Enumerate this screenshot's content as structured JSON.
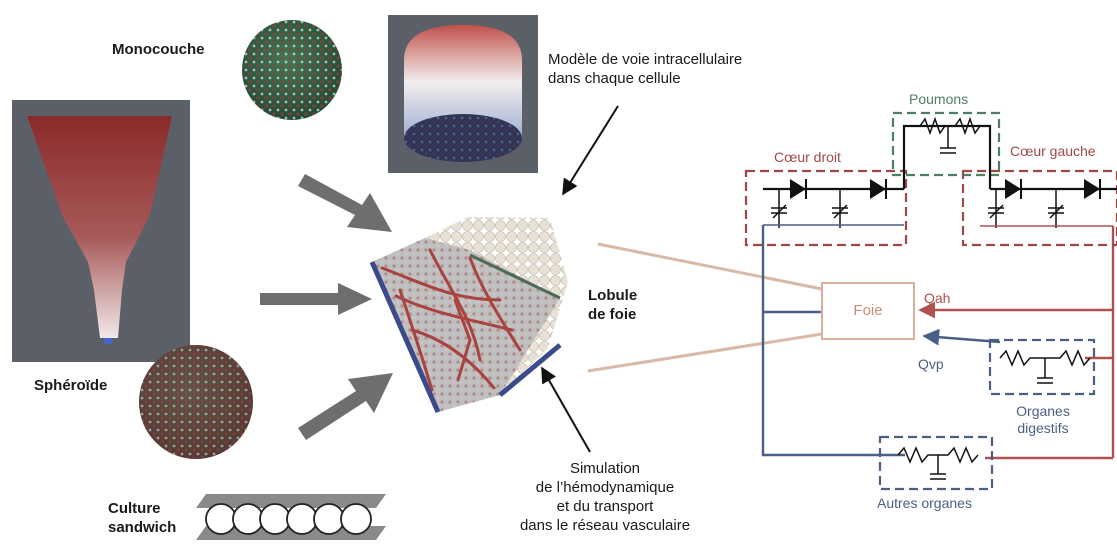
{
  "labels": {
    "monocouche": "Monocouche",
    "spheroide": "Sphéroïde",
    "culture_sandwich_1": "Culture",
    "culture_sandwich_2": "sandwich",
    "modele_1": "Modèle de voie intracellulaire",
    "modele_2": "dans chaque cellule",
    "lobule_1": "Lobule",
    "lobule_2": "de foie",
    "simulation_1": "Simulation",
    "simulation_2": "de l’hémodynamique",
    "simulation_3": "et du transport",
    "simulation_4": "dans le réseau vasculaire"
  },
  "circuit": {
    "poumons": "Poumons",
    "coeur_droit": "Cœur droit",
    "coeur_gauche": "Cœur gauche",
    "foie": "Foie",
    "qah": "Qah",
    "qvp": "Qvp",
    "organes_digestifs_1": "Organes",
    "organes_digestifs_2": "digestifs",
    "autres_organes": "Autres organes"
  },
  "colors": {
    "arrow_gray": "#6e6e6e",
    "red_box": "#a04848",
    "green_box": "#4f7f63",
    "blue_line": "#4a5f85",
    "red_line": "#b05050",
    "foie_border": "#d6b09a",
    "foie_text": "#c48f74",
    "panel_gray": "#5b6068"
  }
}
